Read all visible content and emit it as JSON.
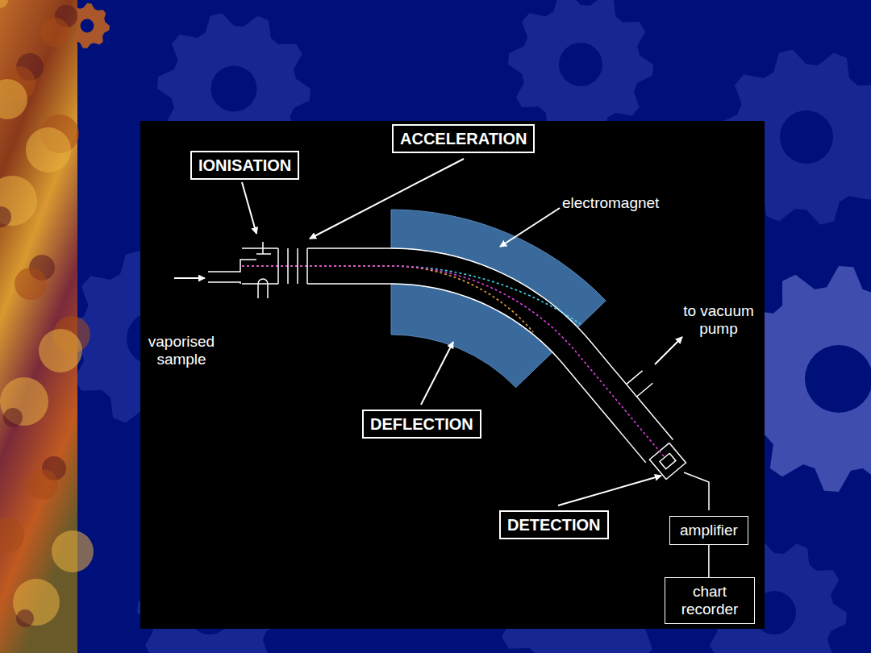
{
  "diagram": {
    "nodes": [
      {
        "text": [
          "ACCELERATION"
        ]
      },
      {
        "text": [
          "IONISATION"
        ]
      },
      {
        "text": [
          "DEFLECTION"
        ]
      },
      {
        "text": [
          "DETECTION"
        ]
      },
      {
        "text": [
          "amplifier"
        ]
      },
      {
        "text": [
          "chart recorder"
        ]
      }
    ],
    "edges": [
      {
        "from": 4,
        "to": 5,
        "arrow": "none"
      }
    ],
    "labels": [
      "electromagnet",
      "vaporised sample",
      "to vacuum pump"
    ]
  }
}
